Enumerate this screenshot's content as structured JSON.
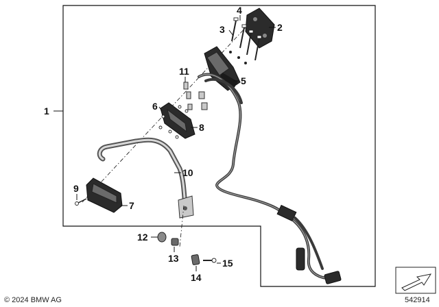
{
  "callouts": {
    "c1": "1",
    "c2": "2",
    "c3": "3",
    "c4": "4",
    "c5": "5",
    "c6": "6",
    "c7": "7",
    "c8": "8",
    "c9": "9",
    "c10": "10",
    "c11": "11",
    "c12": "12",
    "c13": "13",
    "c14": "14",
    "c15": "15"
  },
  "footer": {
    "copyright": "© 2024 BMW AG",
    "diagram_number": "542914"
  },
  "icons": {
    "nav_arrow": "arrow-icon"
  }
}
